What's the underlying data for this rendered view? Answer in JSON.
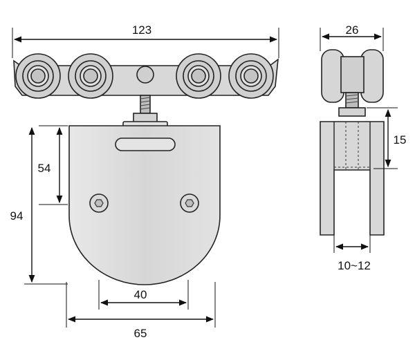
{
  "drawing": {
    "front_view": {
      "dim_width_total": "123",
      "dim_plate_upper": "54",
      "dim_plate_height": "94",
      "dim_hole_spacing": "40",
      "dim_plate_width": "65"
    },
    "side_view": {
      "dim_roller_width": "26",
      "dim_stud_length": "15",
      "dim_glass_range": "10~12"
    },
    "colors": {
      "metal_fill": "#dcdcdc",
      "roller_fill": "#d4d4d4",
      "line": "#111111"
    }
  }
}
